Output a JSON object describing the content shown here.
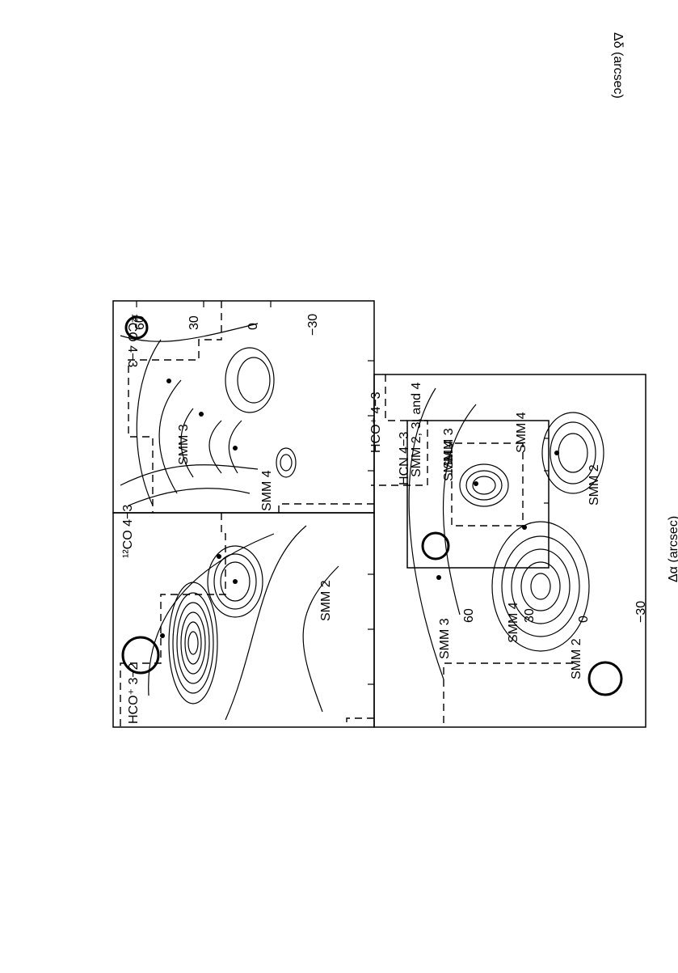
{
  "figure": {
    "title": "SMM 2, 3, and 4",
    "x_axis_label": "Δα (arcsec)",
    "y_axis_label": "Δδ (arcsec)",
    "x_ticks": [
      "60",
      "30",
      "0",
      "−30"
    ],
    "y_ticks": [
      "60",
      "30",
      "0",
      "−30"
    ],
    "inset_ticks_x": [
      "30",
      "0",
      "−30"
    ],
    "inset_ticks_y": [
      "30",
      "0",
      "−30"
    ],
    "panels": [
      {
        "id": "co",
        "label": "¹²CO 4−3",
        "sources": [
          "SMM 3",
          "SMM 4",
          "SMM 2"
        ]
      },
      {
        "id": "hco32",
        "label": "HCO⁺ 3−2",
        "sources": [
          "SMM 3",
          "SMM 4",
          "SMM 2"
        ]
      },
      {
        "id": "hcn",
        "label": "HCN 4−3",
        "sources": [
          "SMM 4"
        ]
      },
      {
        "id": "hco43",
        "label": "HCO⁺ 4−3",
        "sources": [
          "SMM 3",
          "SMM 4",
          "SMM 2"
        ]
      }
    ]
  }
}
